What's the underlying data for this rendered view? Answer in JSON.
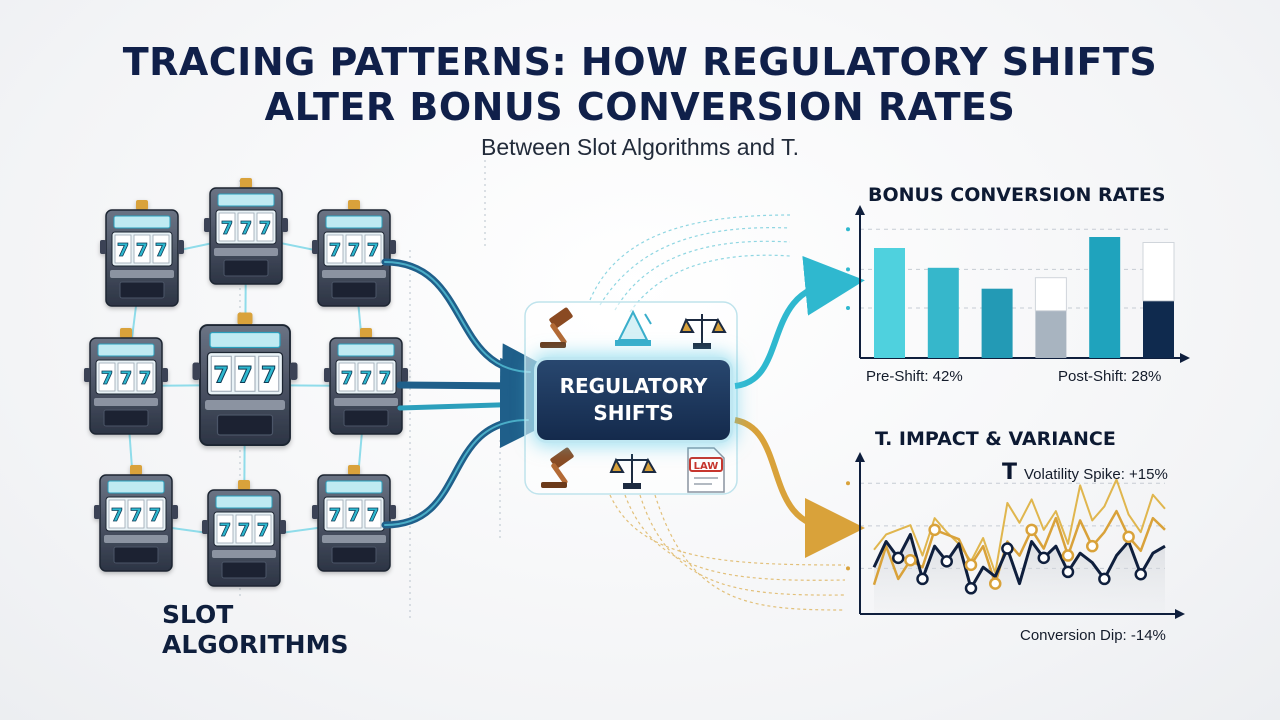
{
  "header": {
    "title_line1": "TRACING PATTERNS: HOW REGULATORY SHIFTS",
    "title_line2": "ALTER BONUS CONVERSION RATES",
    "subtitle": "Between Slot Algorithms and T."
  },
  "slot_section": {
    "label_line1": "SLOT",
    "label_line2": "ALGORITHMS",
    "reel_symbol": "777"
  },
  "hub": {
    "label_line1": "REGULATORY",
    "label_line2": "SHIFTS",
    "icons": [
      "gavel-icon",
      "pyramid-icon",
      "scales-icon",
      "gavel-icon",
      "scales-icon",
      "law-document-icon"
    ],
    "law_text": "LAW"
  },
  "colors": {
    "navy": "#142a4c",
    "teal": "#2fb8cf",
    "gold": "#d9a23a",
    "glow": "#7fd9ea"
  },
  "chart_data": [
    {
      "type": "bar",
      "title": "BONUS CONVERSION RATES",
      "categories": [
        "",
        "",
        "",
        "",
        "",
        ""
      ],
      "values": [
        100,
        82,
        63,
        73,
        110,
        105
      ],
      "segments": [
        {
          "base": 100,
          "top": 0
        },
        {
          "base": 82,
          "top": 0
        },
        {
          "base": 63,
          "top": 0
        },
        {
          "base": 43,
          "top": 30
        },
        {
          "base": 110,
          "top": 0
        },
        {
          "base": 52,
          "top": 53
        }
      ],
      "annotations": [
        "Pre-Shift: 42%",
        "Post-Shift: 28%"
      ],
      "grid": true,
      "ylim": [
        0,
        130
      ]
    },
    {
      "type": "line",
      "title": "T. IMPACT & VARIANCE",
      "annotations": [
        "Volatility Spike: +15%",
        "Conversion Dip: -14%"
      ],
      "spike_marker": "T",
      "series": [
        {
          "values": [
            40,
            62,
            48,
            68,
            30,
            58,
            45,
            60,
            22,
            40,
            32,
            56,
            26,
            62,
            48,
            58,
            36,
            52,
            44,
            30,
            50,
            62,
            34,
            52,
            58
          ]
        },
        {
          "values": [
            25,
            58,
            30,
            46,
            40,
            72,
            68,
            64,
            42,
            58,
            26,
            62,
            50,
            72,
            56,
            82,
            50,
            80,
            58,
            70,
            88,
            66,
            54,
            82,
            72
          ]
        },
        {
          "values": [
            55,
            68,
            72,
            76,
            50,
            82,
            70,
            60,
            45,
            65,
            35,
            95,
            78,
            98,
            72,
            88,
            60,
            110,
            80,
            92,
            115,
            85,
            70,
            102,
            90
          ]
        }
      ],
      "markers": [
        {
          "series": 0,
          "indices": [
            2,
            4,
            6,
            8,
            11,
            14,
            16,
            19,
            22
          ]
        },
        {
          "series": 1,
          "indices": [
            3,
            5,
            8,
            10,
            13,
            16,
            18,
            21
          ]
        }
      ],
      "ylim": [
        0,
        130
      ],
      "grid": true
    }
  ]
}
